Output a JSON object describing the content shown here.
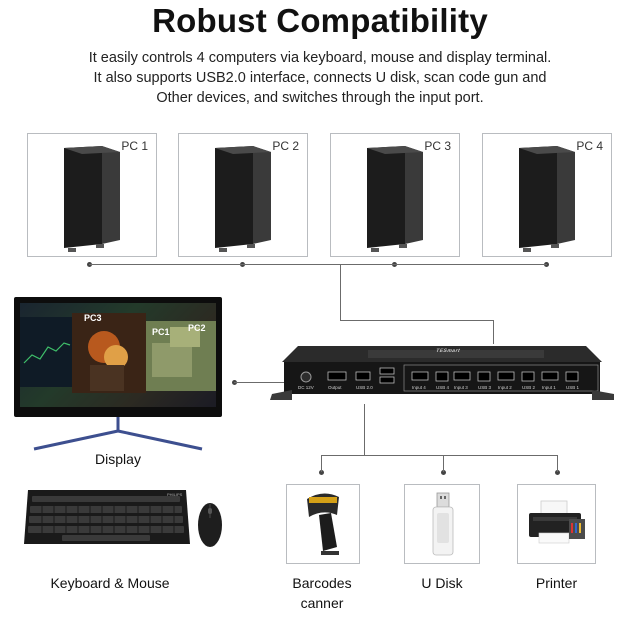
{
  "headline": "Robust Compatibility",
  "description": {
    "line1": "It easily controls 4 computers via keyboard, mouse and display terminal.",
    "line2": "It also supports USB2.0 interface, connects U disk, scan code gun and",
    "line3": "Other devices, and switches through the input port."
  },
  "pcs": [
    {
      "label": "PC 1"
    },
    {
      "label": "PC 2"
    },
    {
      "label": "PC 3"
    },
    {
      "label": "PC 4"
    }
  ],
  "display": {
    "caption": "Display",
    "screen_labels": [
      "PC3",
      "PC1",
      "PC2"
    ]
  },
  "kvm": {
    "brand": "TESmart",
    "ports": [
      "DC 12V",
      "Output",
      "USB 2.0",
      "Input 4",
      "USB 4",
      "Input 3",
      "USB 3",
      "Input 2",
      "USB 2",
      "Input 1",
      "USB 1"
    ]
  },
  "peripherals": {
    "keyboard_mouse": "Keyboard & Mouse",
    "barcode_line1": "Barcodes",
    "barcode_line2": "canner",
    "udisk": "U Disk",
    "printer": "Printer",
    "keyboard_brand": "PHILIPS"
  }
}
